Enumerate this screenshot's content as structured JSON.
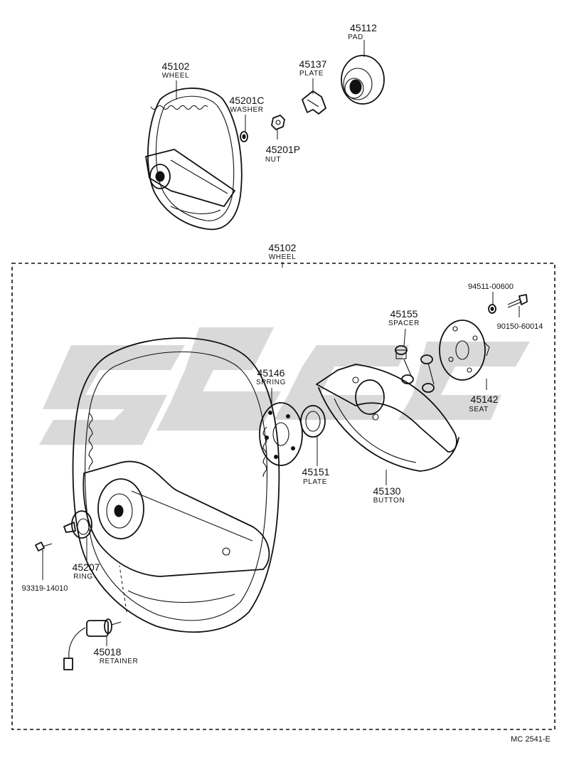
{
  "diagram": {
    "labels": {
      "top_wheel": {
        "number": "45102",
        "name": "WHEEL"
      },
      "pad": {
        "number": "45112",
        "name": "PAD"
      },
      "top_plate": {
        "number": "45137",
        "name": "PLATE"
      },
      "washer": {
        "number": "45201C",
        "name": "WASHER"
      },
      "nut": {
        "number": "45201P",
        "name": "NUT"
      },
      "box_wheel": {
        "number": "45102",
        "name": "WHEEL"
      },
      "spacer": {
        "number": "45155",
        "name": "SPACER"
      },
      "spring": {
        "number": "45146",
        "name": "SPRING"
      },
      "seat": {
        "number": "45142",
        "name": "SEAT"
      },
      "plate": {
        "number": "45151",
        "name": "PLATE"
      },
      "button": {
        "number": "45130",
        "name": "BUTTON"
      },
      "ring": {
        "number": "45207",
        "name": "RING"
      },
      "retainer": {
        "number": "45018",
        "name": "RETAINER"
      },
      "nut_small": {
        "number": "94511-00600"
      },
      "bolt": {
        "number": "90150-60014"
      },
      "screw": {
        "number": "93319-14010"
      }
    },
    "footer_code": "MC 2541-E"
  }
}
